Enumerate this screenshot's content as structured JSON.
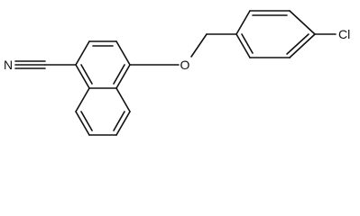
{
  "atom_labels": {
    "nitrogen": "N",
    "oxygen": "O",
    "chlorine": "Cl"
  },
  "colors": {
    "bond": "#111111",
    "label": "#111111",
    "background": "#ffffff"
  }
}
